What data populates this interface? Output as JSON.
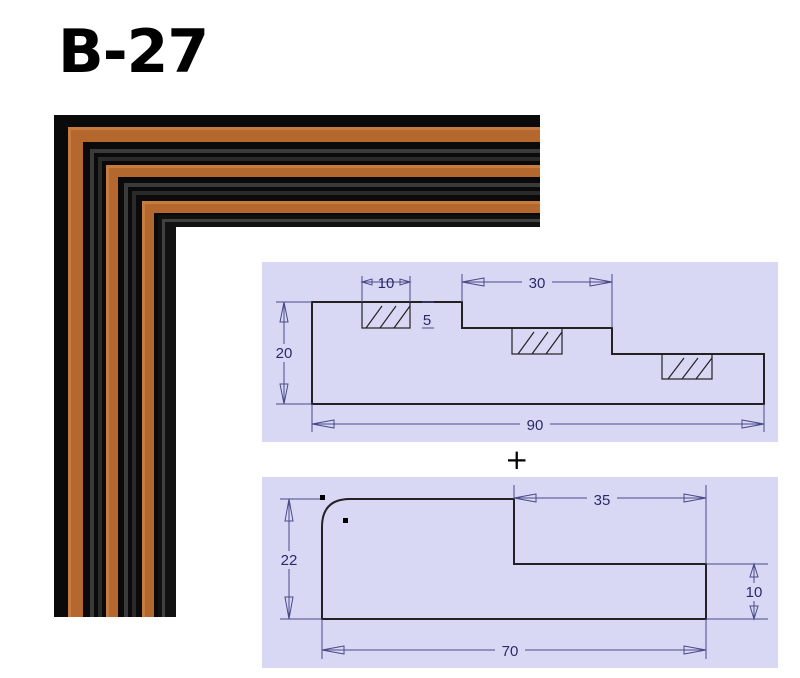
{
  "title": "B-27",
  "plus": "+",
  "profile_top": {
    "dim_groove_width": "10",
    "dim_groove_depth": "5",
    "dim_step": "30",
    "dim_height": "20",
    "dim_width": "90"
  },
  "profile_bottom": {
    "dim_step": "35",
    "dim_height": "22",
    "dim_lip": "10",
    "dim_width": "70"
  },
  "colors": {
    "panel_bg": "#d8d8f4",
    "wood": "#b5682e",
    "black": "#0a0a0a"
  }
}
